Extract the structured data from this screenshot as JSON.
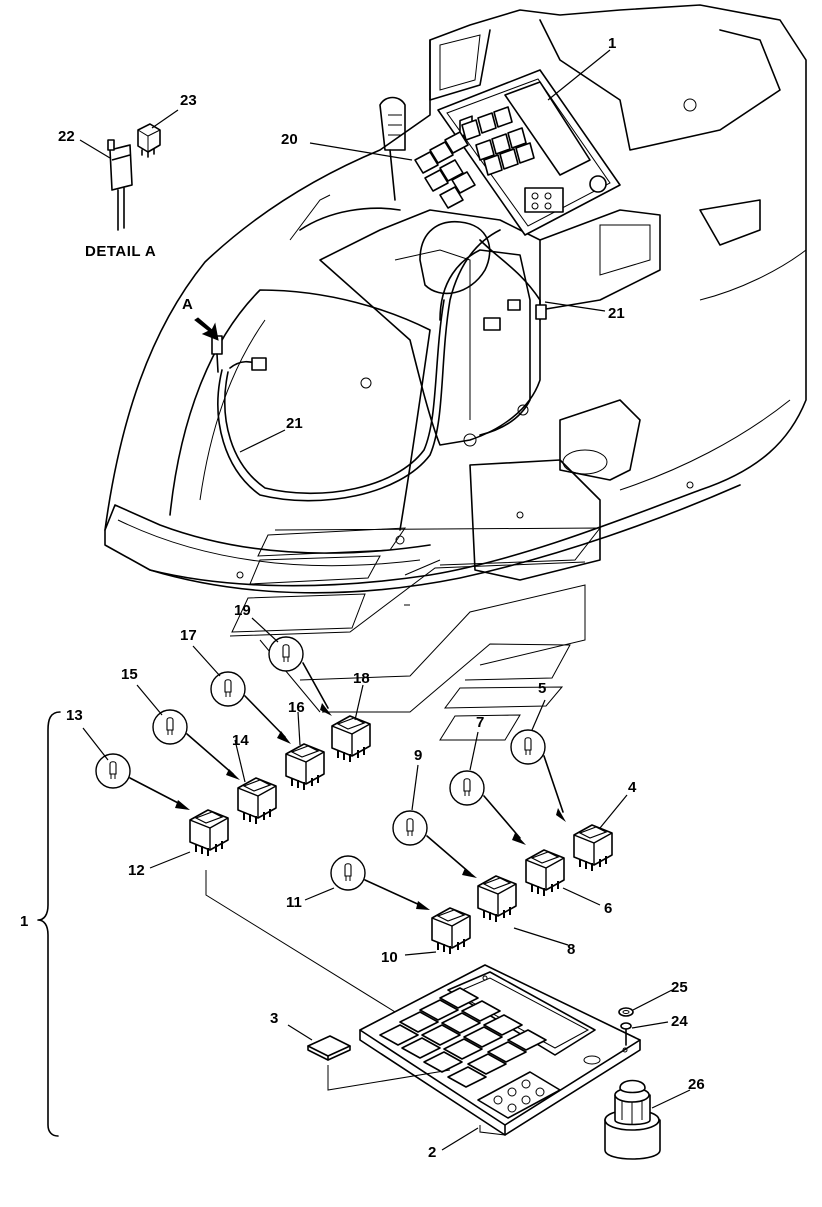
{
  "detail_label": "DETAIL A",
  "view_arrow_label": "A",
  "callouts": {
    "c1": "1",
    "c2": "2",
    "c3": "3",
    "c4": "4",
    "c5": "5",
    "c6": "6",
    "c7": "7",
    "c8": "8",
    "c9": "9",
    "c10": "10",
    "c11": "11",
    "c12": "12",
    "c13": "13",
    "c14": "14",
    "c15": "15",
    "c16": "16",
    "c17": "17",
    "c18": "18",
    "c19": "19",
    "c20": "20",
    "c21": "21",
    "c22": "22",
    "c23": "23",
    "c24": "24",
    "c25": "25",
    "c26": "26"
  }
}
